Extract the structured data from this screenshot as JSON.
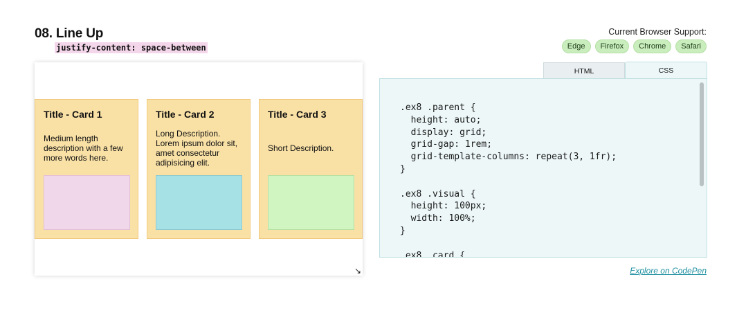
{
  "header": {
    "title": "08. Line Up",
    "subtitle": "justify-content: space-between"
  },
  "support": {
    "label": "Current Browser Support:",
    "browsers": [
      "Edge",
      "Firefox",
      "Chrome",
      "Safari"
    ]
  },
  "cards": [
    {
      "title": "Title - Card 1",
      "description": "Medium length description with a few more words here.",
      "visual_color": "#f0d7ea"
    },
    {
      "title": "Title - Card 2",
      "description": "Long Description. Lorem ipsum dolor sit, amet consectetur adipisicing elit.",
      "visual_color": "#a6e1e6"
    },
    {
      "title": "Title - Card 3",
      "description": "Short Description.",
      "visual_color": "#d1f5c0"
    }
  ],
  "tabs": {
    "html": "HTML",
    "css": "CSS"
  },
  "code": {
    "content": ".ex8 .parent {\n  height: auto;\n  display: grid;\n  grid-gap: 1rem;\n  grid-template-columns: repeat(3, 1fr);\n}\n\n.ex8 .visual {\n  height: 100px;\n  width: 100%;\n}\n\n.ex8 .card {"
  },
  "link": {
    "label": "Explore on CodePen"
  },
  "colors": {
    "card_bg": "#f9e1a6",
    "badge_bg": "#c9edbd",
    "code_bg": "#edf7f8",
    "link": "#1e8fa0"
  }
}
